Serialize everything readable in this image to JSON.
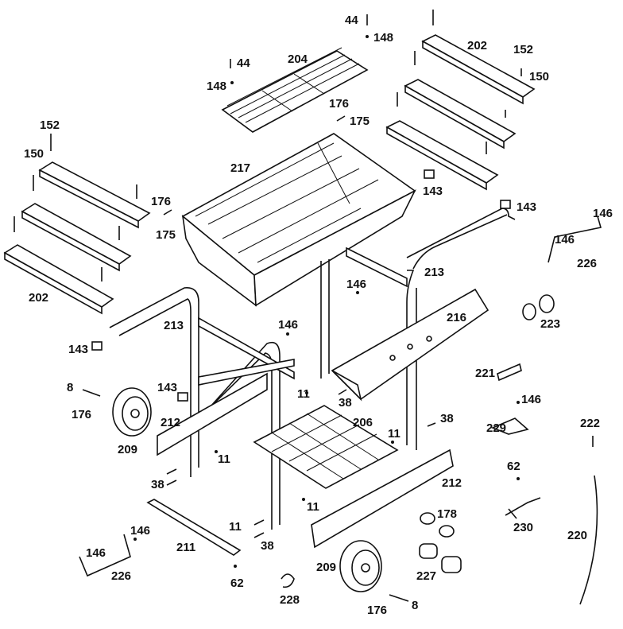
{
  "labels": [
    {
      "id": "l44a",
      "text": "44"
    },
    {
      "id": "l148a",
      "text": "148"
    },
    {
      "id": "l202a",
      "text": "202"
    },
    {
      "id": "l152a",
      "text": "152"
    },
    {
      "id": "l150a",
      "text": "150"
    },
    {
      "id": "l44b",
      "text": "44"
    },
    {
      "id": "l204",
      "text": "204"
    },
    {
      "id": "l148b",
      "text": "148"
    },
    {
      "id": "l176a",
      "text": "176"
    },
    {
      "id": "l175a",
      "text": "175"
    },
    {
      "id": "l152b",
      "text": "152"
    },
    {
      "id": "l150b",
      "text": "150"
    },
    {
      "id": "l217",
      "text": "217"
    },
    {
      "id": "l143a",
      "text": "143"
    },
    {
      "id": "l143b",
      "text": "143"
    },
    {
      "id": "l176b",
      "text": "176"
    },
    {
      "id": "l175b",
      "text": "175"
    },
    {
      "id": "l146a",
      "text": "146"
    },
    {
      "id": "l146b",
      "text": "146"
    },
    {
      "id": "l226a",
      "text": "226"
    },
    {
      "id": "l202b",
      "text": "202"
    },
    {
      "id": "l213a",
      "text": "213"
    },
    {
      "id": "l146c",
      "text": "146"
    },
    {
      "id": "l223",
      "text": "223"
    },
    {
      "id": "l213b",
      "text": "213"
    },
    {
      "id": "l146d",
      "text": "146"
    },
    {
      "id": "l216",
      "text": "216"
    },
    {
      "id": "l143c",
      "text": "143"
    },
    {
      "id": "l221",
      "text": "221"
    },
    {
      "id": "l8a",
      "text": "8"
    },
    {
      "id": "l143d",
      "text": "143"
    },
    {
      "id": "l11a",
      "text": "11"
    },
    {
      "id": "l38a",
      "text": "38"
    },
    {
      "id": "l146e",
      "text": "146"
    },
    {
      "id": "l176c",
      "text": "176"
    },
    {
      "id": "l212a",
      "text": "212"
    },
    {
      "id": "l206",
      "text": "206"
    },
    {
      "id": "l38b",
      "text": "38"
    },
    {
      "id": "l229",
      "text": "229"
    },
    {
      "id": "l222",
      "text": "222"
    },
    {
      "id": "l209a",
      "text": "209"
    },
    {
      "id": "l11b",
      "text": "11"
    },
    {
      "id": "l11c",
      "text": "11"
    },
    {
      "id": "l62a",
      "text": "62"
    },
    {
      "id": "l38c",
      "text": "38"
    },
    {
      "id": "l212b",
      "text": "212"
    },
    {
      "id": "l11d",
      "text": "11"
    },
    {
      "id": "l178",
      "text": "178"
    },
    {
      "id": "l230",
      "text": "230"
    },
    {
      "id": "l146f",
      "text": "146"
    },
    {
      "id": "l11e",
      "text": "11"
    },
    {
      "id": "l220",
      "text": "220"
    },
    {
      "id": "l211",
      "text": "211"
    },
    {
      "id": "l38d",
      "text": "38"
    },
    {
      "id": "l146g",
      "text": "146"
    },
    {
      "id": "l226b",
      "text": "226"
    },
    {
      "id": "l209b",
      "text": "209"
    },
    {
      "id": "l227",
      "text": "227"
    },
    {
      "id": "l62b",
      "text": "62"
    },
    {
      "id": "l228",
      "text": "228"
    },
    {
      "id": "l176d",
      "text": "176"
    },
    {
      "id": "l8b",
      "text": "8"
    }
  ]
}
